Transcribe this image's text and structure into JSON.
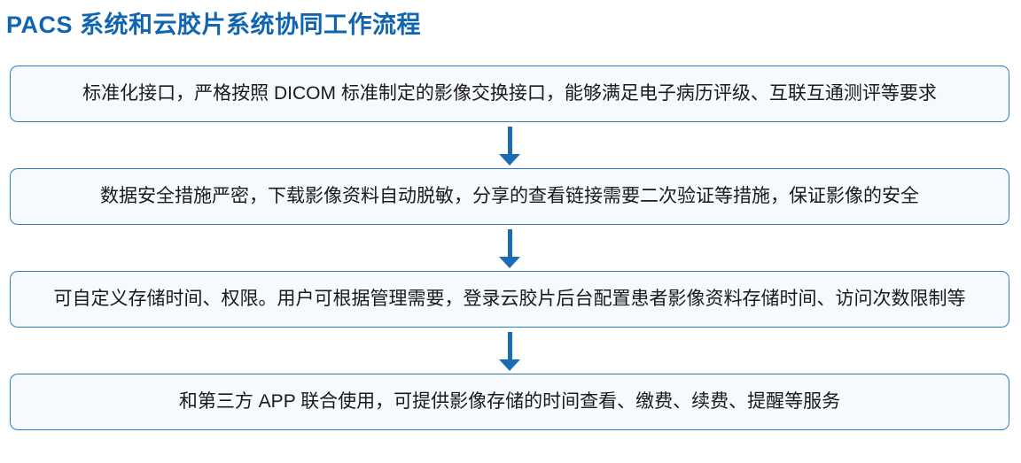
{
  "title": "PACS 系统和云胶片系统协同工作流程",
  "colors": {
    "title": "#1065b0",
    "border": "#3180c4",
    "boxbg": "#f6f9fd",
    "arrow": "#1a6cb4",
    "text": "#1a1a1a"
  },
  "flow": {
    "steps": [
      {
        "text": "标准化接口，严格按照 DICOM 标准制定的影像交换接口，能够满足电子病历评级、互联互通测评等要求"
      },
      {
        "text": "数据安全措施严密，下载影像资料自动脱敏，分享的查看链接需要二次验证等措施，保证影像的安全"
      },
      {
        "text": "可自定义存储时间、权限。用户可根据管理需要，登录云胶片后台配置患者影像资料存储时间、访问次数限制等"
      },
      {
        "text": "和第三方 APP 联合使用，可提供影像存储的时间查看、缴费、续费、提醒等服务"
      }
    ]
  }
}
